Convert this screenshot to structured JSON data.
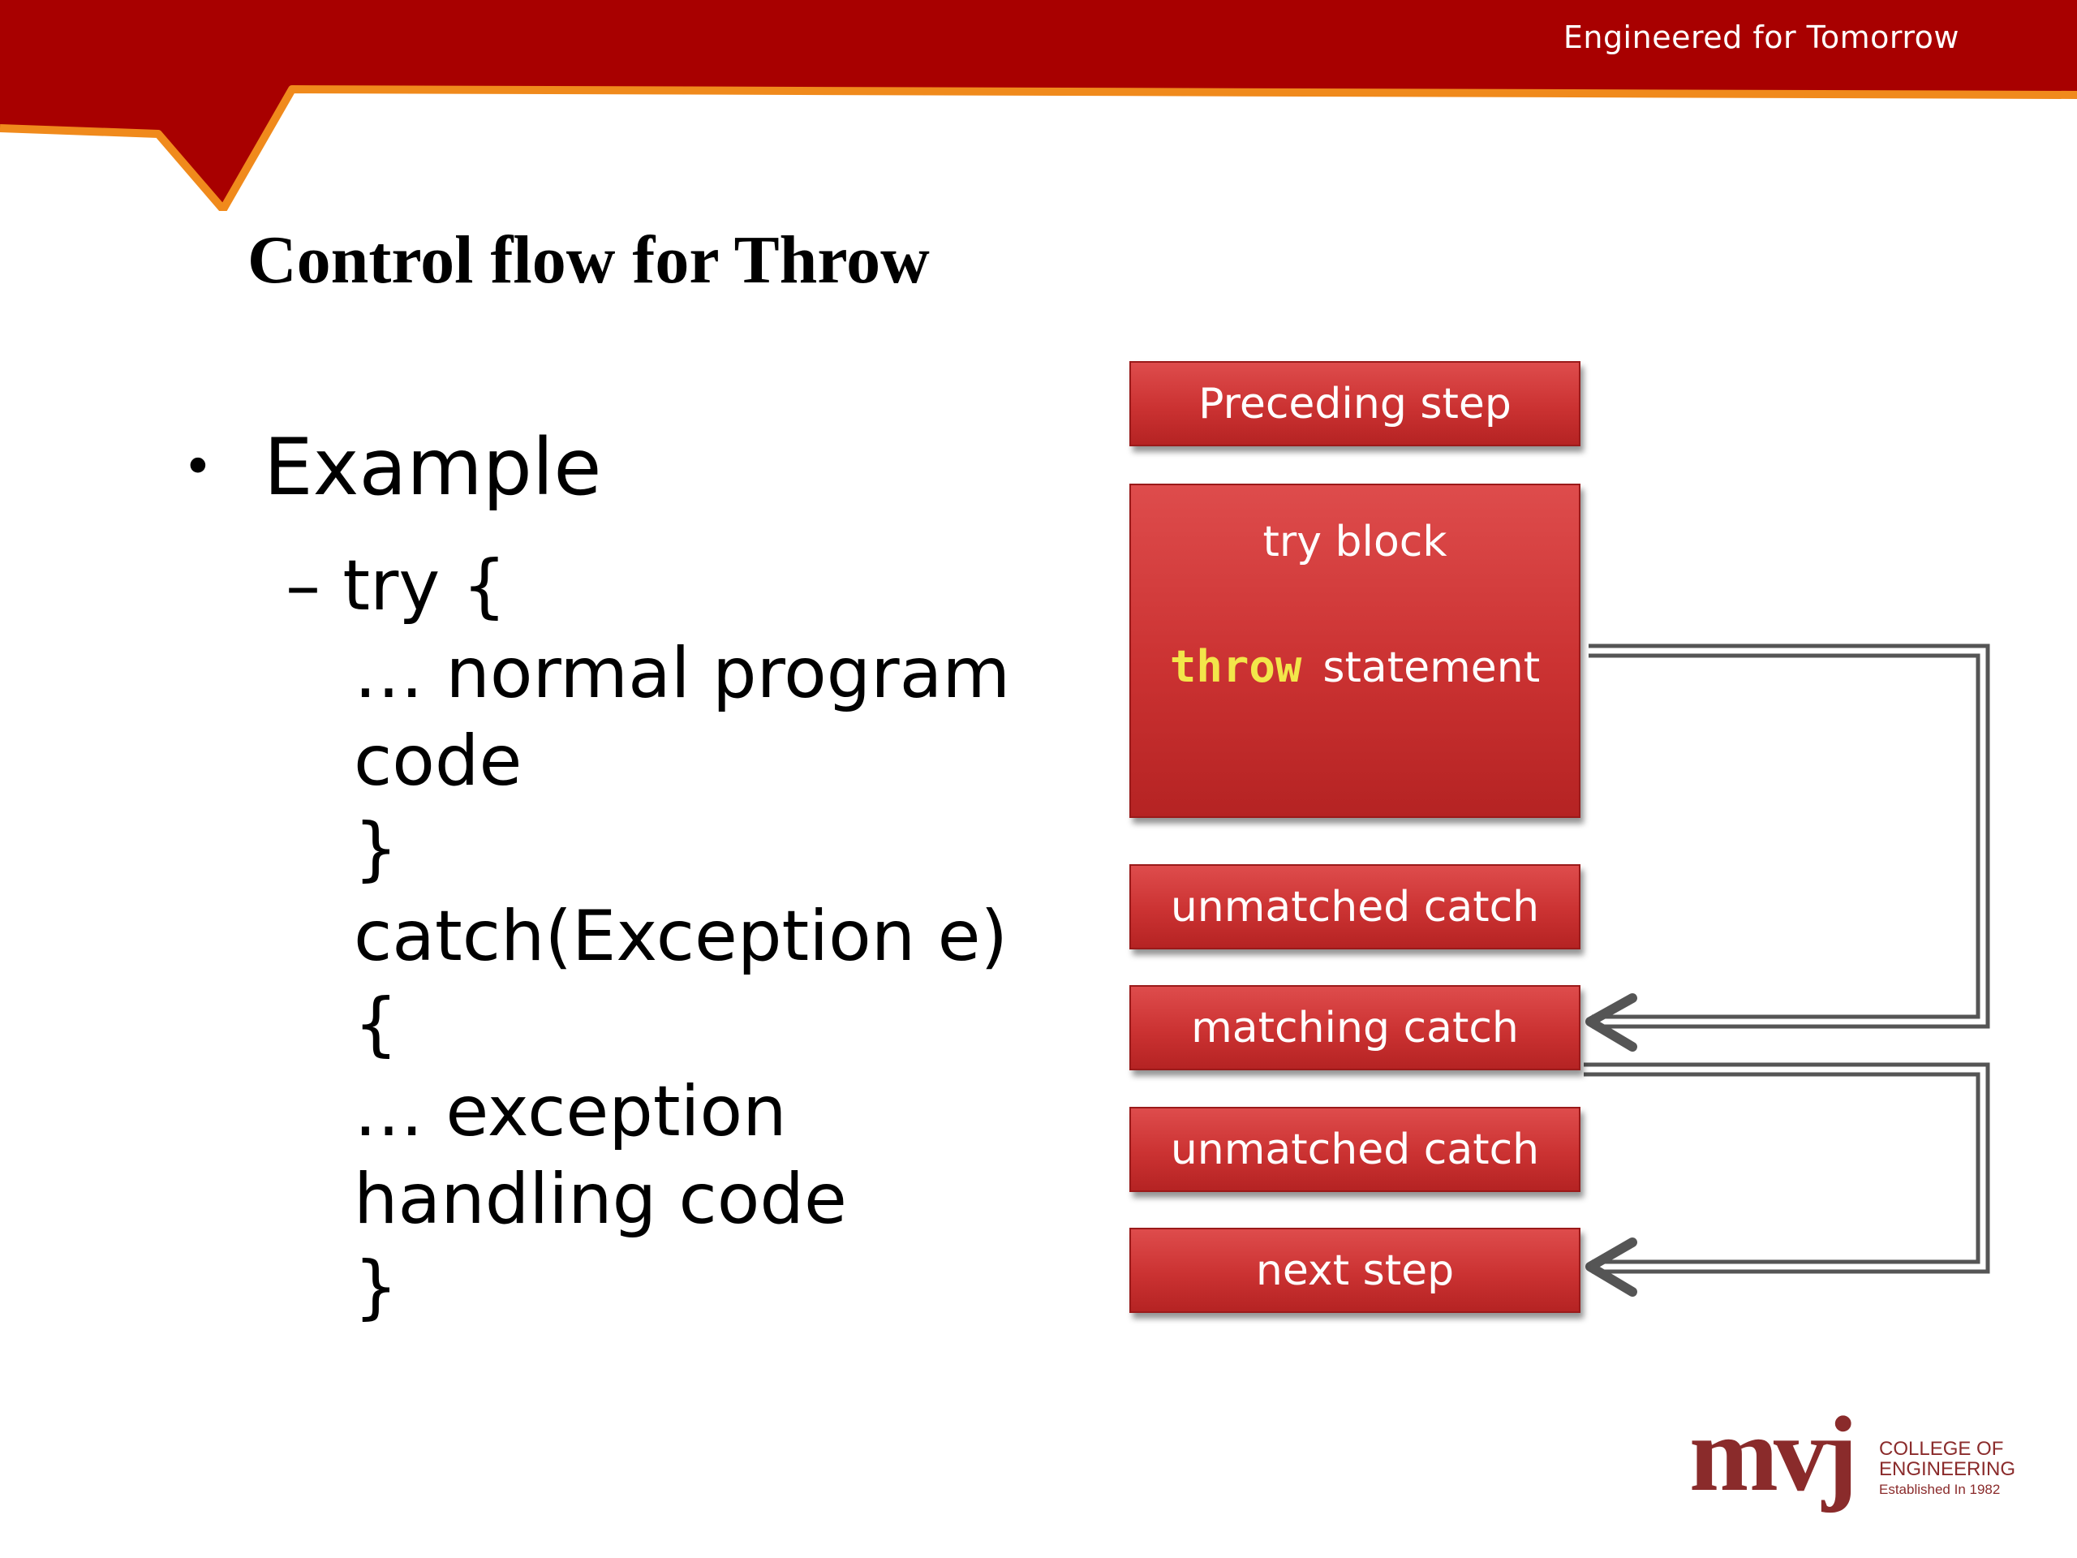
{
  "header": {
    "tagline": "Engineered for Tomorrow",
    "band_color": "#a80000",
    "accent_color": "#f08a1c"
  },
  "slide": {
    "title": "Control flow for Throw",
    "bullet": "Example",
    "code_lines": [
      "– try {",
      "… normal program",
      "code",
      "}",
      "catch(Exception e)",
      "{",
      "… exception",
      "handling code",
      "}"
    ]
  },
  "diagram": {
    "box_color": "#cf3535",
    "keyword_color": "#f2e64a",
    "arrow_color": "#555555",
    "boxes": {
      "preceding": "Preceding step",
      "try_label": "try block",
      "throw_keyword": "throw",
      "throw_text": "statement",
      "unmatched_1": "unmatched catch",
      "matching": "matching catch",
      "unmatched_2": "unmatched catch",
      "next": "next step"
    }
  },
  "logo": {
    "wordmark": "mvj",
    "line1": "COLLEGE OF",
    "line2": "ENGINEERING",
    "line3": "Established In 1982",
    "color": "#8a2b2b"
  }
}
